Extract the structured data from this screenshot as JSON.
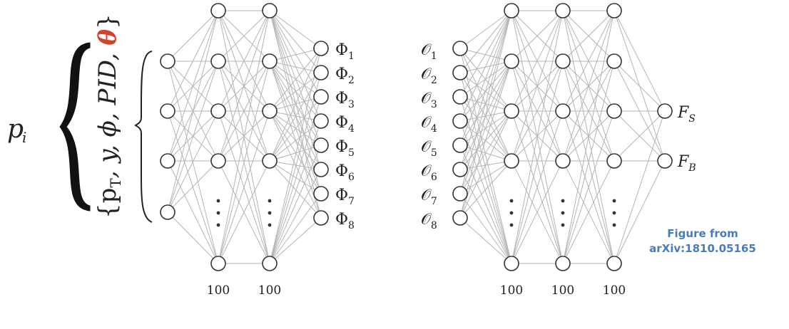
{
  "left_network": {
    "particle_symbol": "p",
    "particle_index": "i",
    "feature_list": "{p",
    "feature_list_sub": "T",
    "feature_list_rest": ", y, ϕ, PID, ",
    "feature_theta": "θ",
    "feature_close": "}",
    "theta_color": "#d2452c",
    "outputs": [
      {
        "symbol": "Φ",
        "index": "1"
      },
      {
        "symbol": "Φ",
        "index": "2"
      },
      {
        "symbol": "Φ",
        "index": "3"
      },
      {
        "symbol": "Φ",
        "index": "4"
      },
      {
        "symbol": "Φ",
        "index": "5"
      },
      {
        "symbol": "Φ",
        "index": "6"
      },
      {
        "symbol": "Φ",
        "index": "7"
      },
      {
        "symbol": "Φ",
        "index": "8"
      }
    ],
    "layer_sizes": [
      "100",
      "100"
    ]
  },
  "right_network": {
    "inputs": [
      {
        "symbol": "𝒪",
        "index": "1"
      },
      {
        "symbol": "𝒪",
        "index": "2"
      },
      {
        "symbol": "𝒪",
        "index": "3"
      },
      {
        "symbol": "𝒪",
        "index": "4"
      },
      {
        "symbol": "𝒪",
        "index": "5"
      },
      {
        "symbol": "𝒪",
        "index": "6"
      },
      {
        "symbol": "𝒪",
        "index": "7"
      },
      {
        "symbol": "𝒪",
        "index": "8"
      }
    ],
    "outputs": [
      {
        "symbol": "F",
        "index": "S"
      },
      {
        "symbol": "F",
        "index": "B"
      }
    ],
    "layer_sizes": [
      "100",
      "100",
      "100"
    ]
  },
  "caption": {
    "line1": "Figure from",
    "line2": "arXiv:1810.05165"
  }
}
